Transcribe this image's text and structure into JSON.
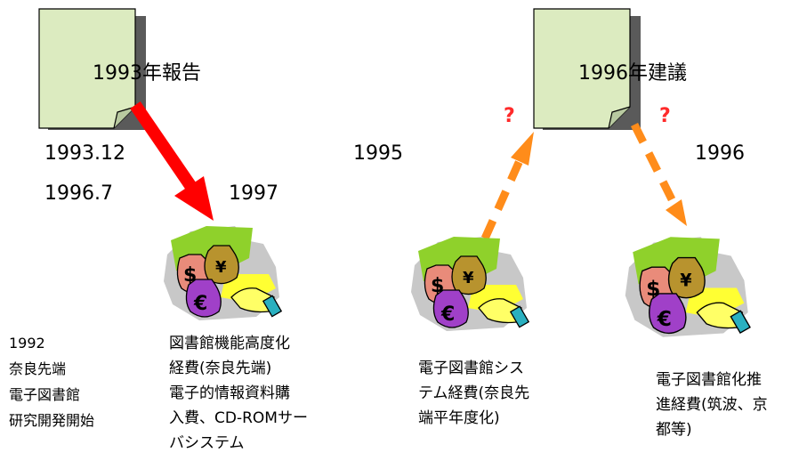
{
  "docs": [
    {
      "label": "1993年報告"
    },
    {
      "label": "1996年建議"
    }
  ],
  "years": {
    "y1993_12": "1993.12",
    "y1996_7": "1996.7",
    "y1997": "1997",
    "y1995": "1995",
    "y1996": "1996"
  },
  "question_marks": [
    "?",
    "?"
  ],
  "notes": {
    "left": "1992\n奈良先端\n電子図書館\n研究開発開始",
    "money1": "図書館機能高度化\n経費(奈良先端)\n電子的情報資料購\n入費、CD-ROMサー\nバシステム",
    "money2": "電子図書館シス\nテム経費(奈良先\n端平年度化)",
    "money3": "電子図書館化推\n進経費(筑波、京\n都等)"
  },
  "icons": {
    "document": "document-icon",
    "money": "money-bags-hand-icon",
    "currency_symbols": [
      "$",
      "¥",
      "€"
    ]
  },
  "colors": {
    "doc_fill": "#dcebc0",
    "doc_shadow": "#5a5a5a",
    "solid_arrow": "#ff0000",
    "dashed_arrow": "#ff8c1a",
    "question": "#ff2a2a"
  }
}
